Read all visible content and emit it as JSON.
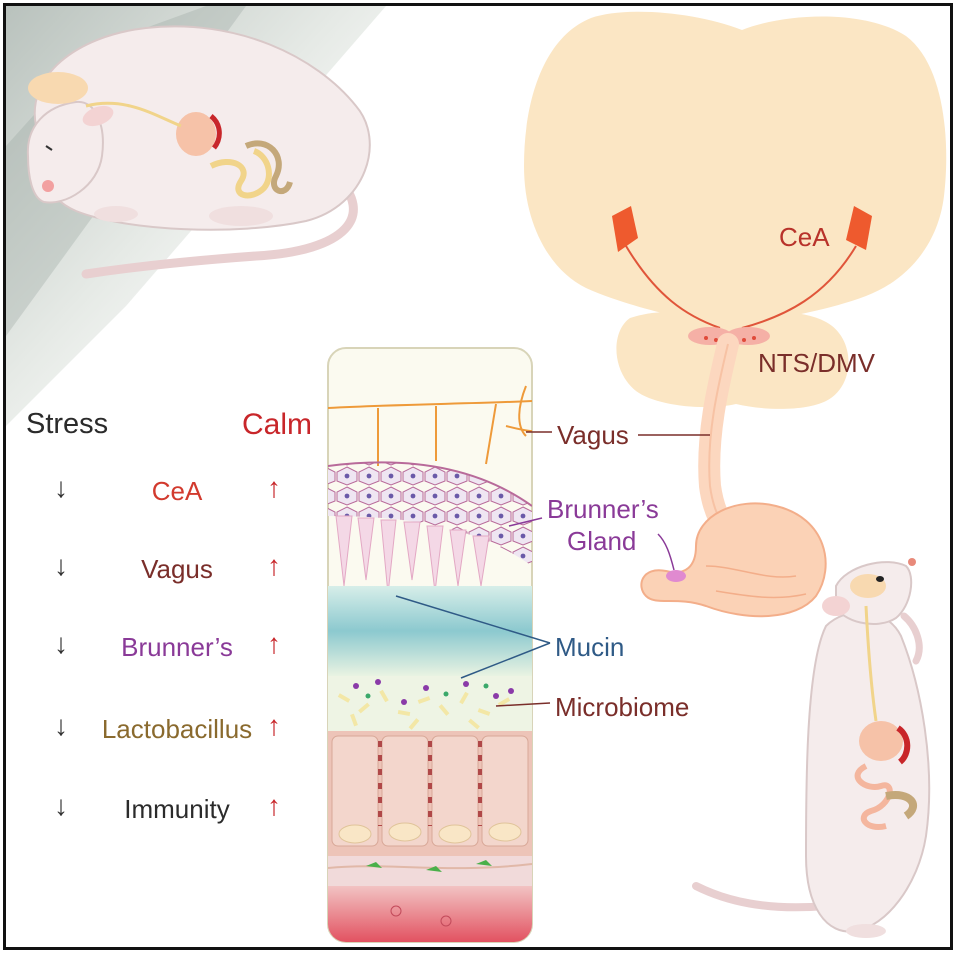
{
  "left_panel": {
    "stress_label": "Stress",
    "calm_label": "Calm",
    "rows": [
      {
        "name": "CeA",
        "down": "↓",
        "up": "↑"
      },
      {
        "name": "Vagus",
        "down": "↓",
        "up": "↑"
      },
      {
        "name": "Brunner’s",
        "down": "↓",
        "up": "↑"
      },
      {
        "name": "Lactobacillus",
        "down": "↓",
        "up": "↑"
      },
      {
        "name": "Immunity",
        "down": "↓",
        "up": "↑"
      }
    ]
  },
  "tissue_labels": {
    "vagus": "Vagus",
    "brunners_line1": "Brunner’s",
    "brunners_line2": "Gland",
    "mucin": "Mucin",
    "microbiome": "Microbiome"
  },
  "brain_labels": {
    "cea": "CeA",
    "nts_dmv": "NTS/DMV"
  },
  "colors": {
    "calm_red": "#c8262a",
    "vagus_brown": "#7a2e2a",
    "brunner_purple": "#8a3a98",
    "mucin_blue": "#2f5a86",
    "lacto_gold": "#8a6a2e",
    "brain_fill": "#fbe6c4",
    "cea_orange": "#ee5a2e",
    "mouse_body": "#f5ecec"
  }
}
